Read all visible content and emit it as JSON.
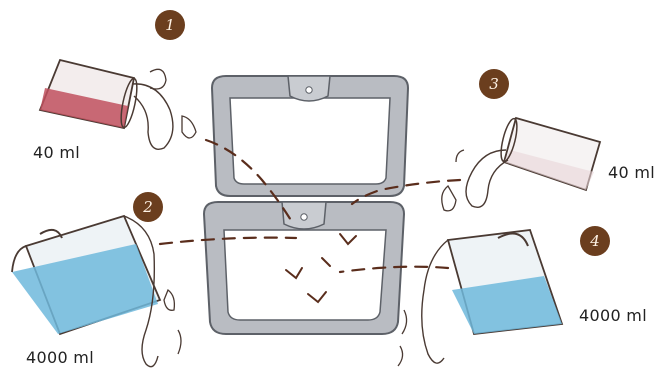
{
  "steps": [
    {
      "number": "1",
      "volume": "40 ml",
      "liquid": "red"
    },
    {
      "number": "2",
      "volume": "4000 ml",
      "liquid": "blue"
    },
    {
      "number": "3",
      "volume": "40 ml",
      "liquid": "clear"
    },
    {
      "number": "4",
      "volume": "4000 ml",
      "liquid": "blue"
    }
  ],
  "colors": {
    "badge": "#6b3e1e",
    "red_liquid": "#c0505e",
    "blue_liquid": "#6fb8dc",
    "container": "#9a9ea6",
    "container_fill": "#b9bcc2",
    "outline": "#4a3a33",
    "dash": "#5a2d1c"
  }
}
